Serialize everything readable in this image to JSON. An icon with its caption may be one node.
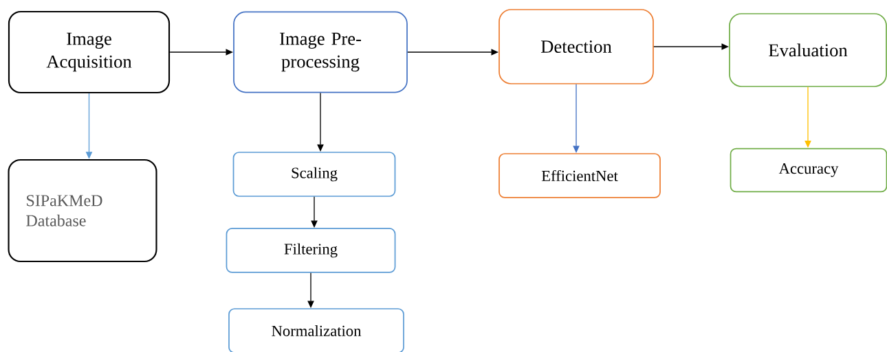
{
  "diagram": {
    "nodes": [
      {
        "text": [
          "Image Acquisition"
        ]
      },
      {
        "text": [
          "Image Pre-processing"
        ]
      },
      {
        "text": [
          "Detection"
        ]
      },
      {
        "text": [
          "Evaluation"
        ]
      },
      {
        "text": [
          "SIPaKMeD Database"
        ]
      },
      {
        "text": [
          "Scaling"
        ]
      },
      {
        "text": [
          "Filtering"
        ]
      },
      {
        "text": [
          "Normalization"
        ]
      },
      {
        "text": [
          "EfficientNet"
        ]
      },
      {
        "text": [
          "Accuracy"
        ]
      }
    ],
    "edges": [
      {
        "from": 0,
        "to": 1,
        "arrow": "to"
      },
      {
        "from": 1,
        "to": 2,
        "arrow": "to"
      },
      {
        "from": 2,
        "to": 3,
        "arrow": "to"
      },
      {
        "from": 0,
        "to": 4,
        "arrow": "to",
        "color": "#5b9bd5"
      },
      {
        "from": 1,
        "to": 5,
        "arrow": "to"
      },
      {
        "from": 5,
        "to": 6,
        "arrow": "to"
      },
      {
        "from": 6,
        "to": 7,
        "arrow": "to"
      },
      {
        "from": 2,
        "to": 8,
        "arrow": "to",
        "color": "#4472c4"
      },
      {
        "from": 3,
        "to": 9,
        "arrow": "to",
        "color": "#ffc000"
      }
    ]
  }
}
